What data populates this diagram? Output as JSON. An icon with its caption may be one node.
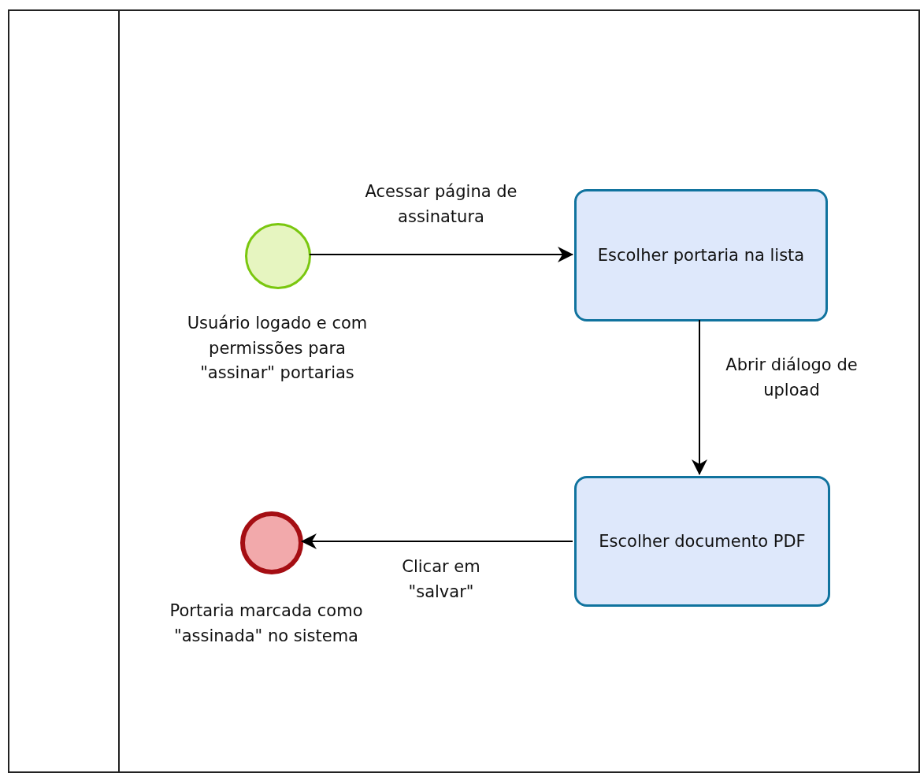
{
  "diagram": {
    "nodes": [
      {
        "text": [],
        "shape": "box"
      },
      {
        "text": [],
        "shape": "circle",
        "in": 0,
        "beside": [
          "Usuário logado e com permissões para \"assinar\" portarias"
        ]
      },
      {
        "text": [
          "Escolher portaria na lista"
        ],
        "in": 0
      },
      {
        "text": [
          "Escolher documento PDF"
        ],
        "in": 0
      },
      {
        "text": [],
        "shape": "circle",
        "in": 0,
        "beside": [
          "Portaria marcada como \"assinada\" no sistema"
        ]
      }
    ],
    "edges": [
      {
        "from": 1,
        "to": 2,
        "arrow": "to",
        "label": "Acessar página de assinatura"
      },
      {
        "from": 2,
        "to": 3,
        "arrow": "to",
        "label": "Abrir diálogo de upload"
      },
      {
        "from": 3,
        "to": 4,
        "arrow": "to",
        "label": "Clicar em \"salvar\""
      }
    ]
  }
}
